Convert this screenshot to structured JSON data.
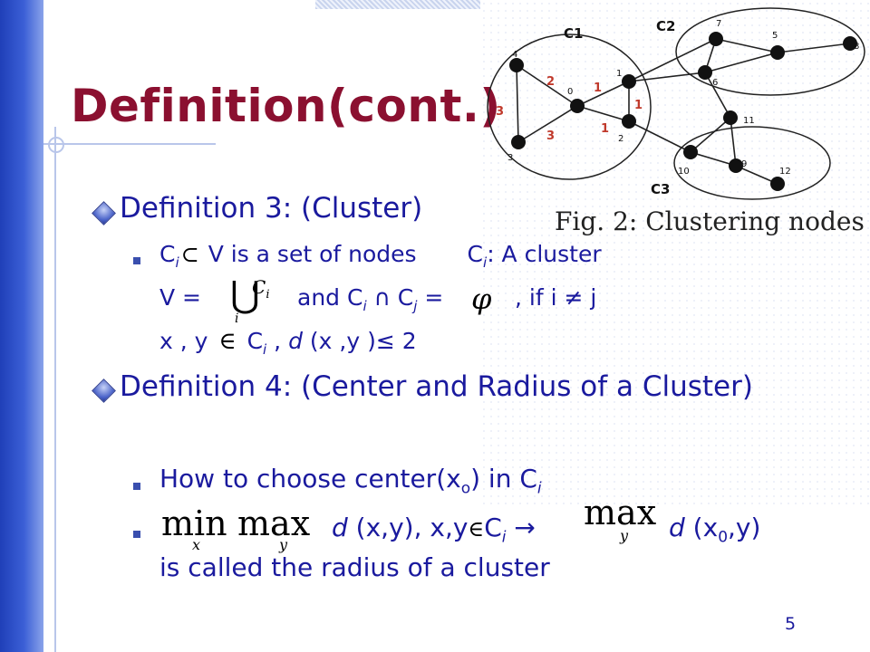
{
  "slide": {
    "title": "Definition(cont.)",
    "page_number": "5"
  },
  "figure": {
    "caption": "Fig. 2: Clustering nodes",
    "cluster_labels": [
      "C1",
      "C2",
      "C3"
    ],
    "node_labels": [
      "0",
      "1",
      "2",
      "3",
      "4",
      "5",
      "6",
      "7",
      "8",
      "9",
      "10",
      "11",
      "12"
    ],
    "edge_weights": {
      "w_0_4": "2",
      "w_0_1": "1",
      "w_1_2": "1",
      "w_0_2": "1",
      "w_4_3": "3",
      "w_0_3": "3"
    },
    "colors": {
      "weight_label": "#c0392b",
      "node": "#111111"
    }
  },
  "def3": {
    "heading": "Definition 3: (Cluster)",
    "line1": {
      "c": "C",
      "sub_i": "i",
      "rest": " V is a set of nodes",
      "c2": "C",
      "sub_i2": "i",
      "tail": ": A cluster"
    },
    "line2": {
      "v": "V = ",
      "union_symbol": "⋃",
      "ci": "C",
      "ci_sub": "i",
      "union_sub": "i",
      "and": "and C",
      "i": "i",
      "cap": " ∩ C",
      "j": "j",
      "eq": " =",
      "empty_symbol": "φ",
      "cond": ", if i ≠ j"
    },
    "line3": {
      "xy": "x , y ",
      "in": "∈",
      "c": " C",
      "i": "i",
      "comma": " , ",
      "d": "d",
      "rest": " (x ,y )≤ 2"
    }
  },
  "def4": {
    "heading": "Definition 4: (Center and Radius of a Cluster)",
    "bullet1": {
      "text": "How to choose center(x",
      "sub_o": "o",
      "mid": ") in C",
      "sub_i": "i"
    },
    "bullet2": {
      "min": "min",
      "min_sub": "x",
      "max": "max",
      "max_sub": "y",
      "d1": "d",
      "mid": " (x,y), x,y",
      "in": "∈",
      "c": "C",
      "i": "i",
      "arrow": " →",
      "max2": "max",
      "max2_sub": "y",
      "d2": "d",
      "tail_a": " (x",
      "sub_0": "0",
      "tail_b": ",y)",
      "line2": "is called the radius of a cluster"
    }
  }
}
